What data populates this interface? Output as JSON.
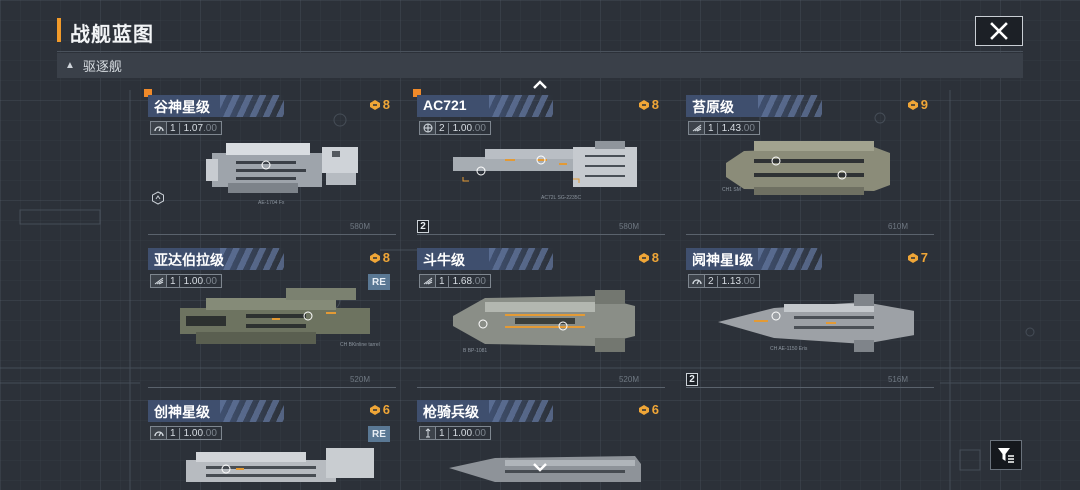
{
  "header": {
    "title": "战舰蓝图",
    "filter_label": "驱逐舰"
  },
  "colors": {
    "accent": "#f19a2a",
    "cost": "#f0a637",
    "name_band": "#3f4f6e",
    "re_badge": "#5a7894"
  },
  "cards": [
    {
      "name": "谷神星级",
      "cost": "8",
      "level": "1",
      "speed": "1.07",
      "speed_suffix": ".00",
      "stat_icon": "gauge-icon",
      "size": "580M",
      "note": "AE-1704 Fx",
      "corner": true
    },
    {
      "name": "AC721",
      "cost": "8",
      "level": "2",
      "speed": "1.00",
      "speed_suffix": ".00",
      "stat_icon": "globe-icon",
      "size": "580M",
      "note": "AC72L SG-2235C",
      "corner": true,
      "badge": "2"
    },
    {
      "name": "苔原级",
      "cost": "9",
      "level": "1",
      "speed": "1.43",
      "speed_suffix": ".00",
      "stat_icon": "wing-icon",
      "size": "610M",
      "note": "CH1 SM",
      "corner": false
    },
    {
      "name": "亚达伯拉级",
      "cost": "8",
      "level": "1",
      "speed": "1.00",
      "speed_suffix": ".00",
      "stat_icon": "wing-icon",
      "size": "520M",
      "note": "CH BKinline tarrel",
      "corner": false,
      "re": "RE"
    },
    {
      "name": "斗牛级",
      "cost": "8",
      "level": "1",
      "speed": "1.68",
      "speed_suffix": ".00",
      "stat_icon": "wing-icon",
      "size": "520M",
      "note": "B BP-1081",
      "corner": false
    },
    {
      "name": "阋神星Ⅰ级",
      "cost": "7",
      "level": "2",
      "speed": "1.13",
      "speed_suffix": ".00",
      "stat_icon": "gauge-icon",
      "size": "516M",
      "note": "CH AE-1150 Eris",
      "corner": false,
      "badge": "2"
    },
    {
      "name": "创神星级",
      "cost": "6",
      "level": "1",
      "speed": "1.00",
      "speed_suffix": ".00",
      "stat_icon": "gauge-icon",
      "size": "",
      "note": "",
      "corner": false,
      "re": "RE"
    },
    {
      "name": "枪骑兵级",
      "cost": "6",
      "level": "1",
      "speed": "1.00",
      "speed_suffix": ".00",
      "stat_icon": "missile-icon",
      "size": "",
      "note": "",
      "corner": false
    }
  ]
}
